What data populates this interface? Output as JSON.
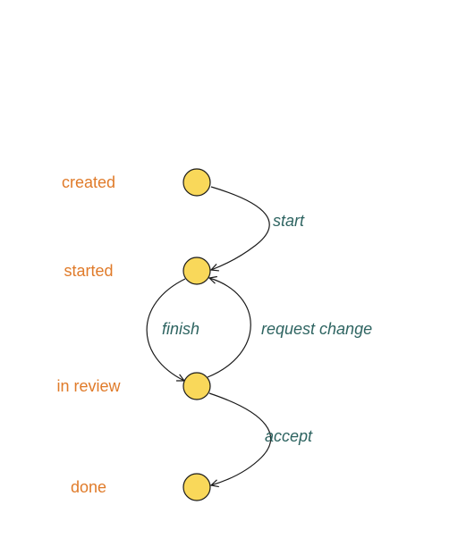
{
  "colors": {
    "state_text": "#e07b2a",
    "transition_text": "#2e6461",
    "node_fill": "#f9d85a",
    "node_stroke": "#1a1a1a",
    "edge_stroke": "#1a1a1a"
  },
  "states": [
    {
      "id": "created",
      "label": "created"
    },
    {
      "id": "started",
      "label": "started"
    },
    {
      "id": "in_review",
      "label": "in review"
    },
    {
      "id": "done",
      "label": "done"
    }
  ],
  "transitions": [
    {
      "id": "start",
      "label": "start",
      "from": "created",
      "to": "started"
    },
    {
      "id": "finish",
      "label": "finish",
      "from": "started",
      "to": "in_review"
    },
    {
      "id": "request_change",
      "label": "request change",
      "from": "in_review",
      "to": "started"
    },
    {
      "id": "accept",
      "label": "accept",
      "from": "in_review",
      "to": "done"
    }
  ]
}
